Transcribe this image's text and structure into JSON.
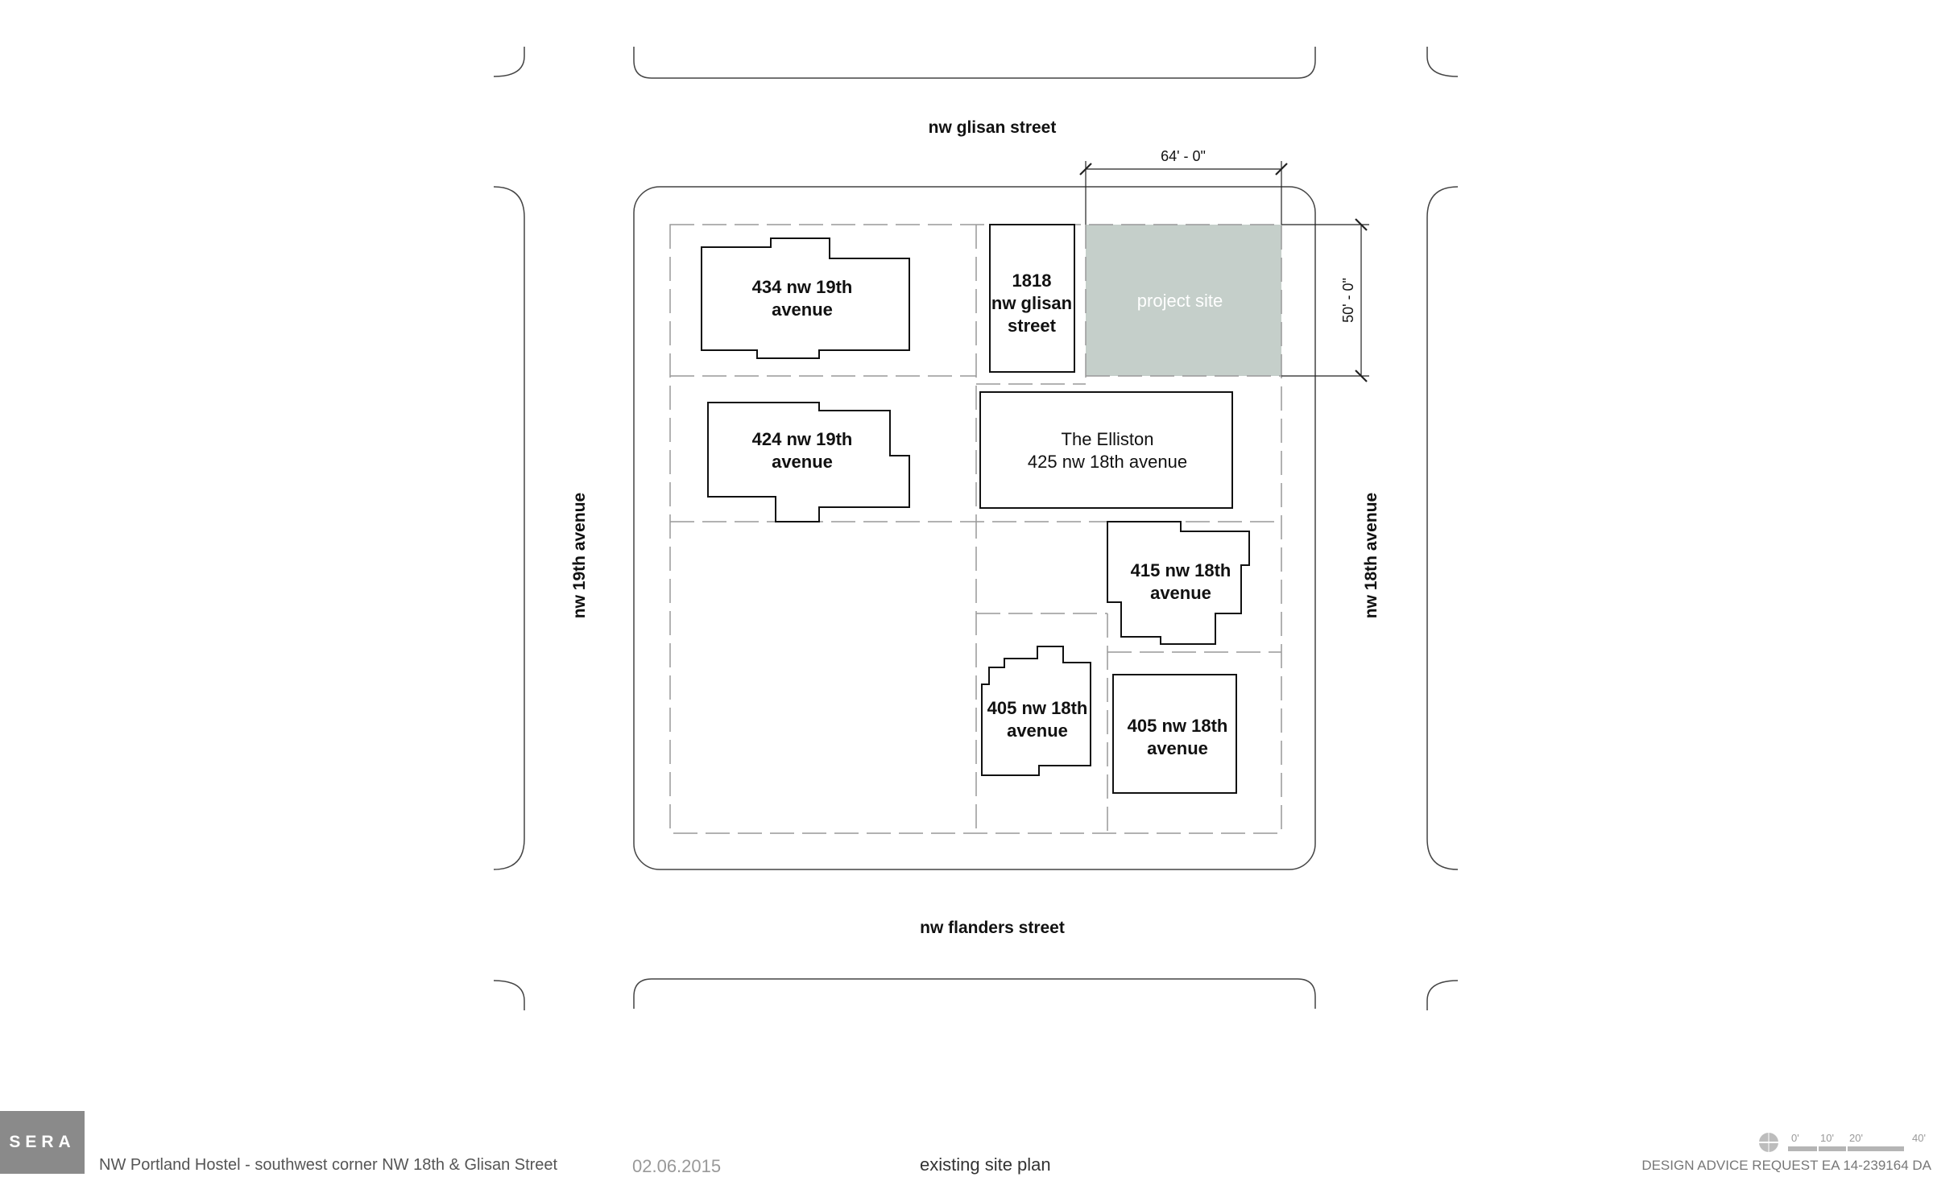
{
  "streets": {
    "north": "nw glisan street",
    "south": "nw flanders street",
    "west": "nw 19th avenue",
    "east": "nw 18th avenue"
  },
  "dimensions": {
    "width": "64' - 0\"",
    "depth": "50' - 0\""
  },
  "buildings": [
    {
      "id": "b434",
      "lines": [
        "434 nw 19th",
        "avenue"
      ]
    },
    {
      "id": "b1818",
      "lines": [
        "1818",
        "nw glisan",
        "street"
      ]
    },
    {
      "id": "site",
      "lines": [
        "project site"
      ]
    },
    {
      "id": "b424",
      "lines": [
        "424 nw 19th",
        "avenue"
      ]
    },
    {
      "id": "elliston",
      "lines": [
        "The Elliston",
        "425 nw 18th avenue"
      ]
    },
    {
      "id": "b415",
      "lines": [
        "415 nw 18th",
        "avenue"
      ]
    },
    {
      "id": "b405a",
      "lines": [
        "405 nw 18th",
        "avenue"
      ]
    },
    {
      "id": "b405b",
      "lines": [
        "405 nw 18th",
        "avenue"
      ]
    }
  ],
  "colors": {
    "project_site_fill": "#c5cfca",
    "line": "#222222",
    "lot_line": "#999999",
    "logo_bg": "#8a8a8a"
  },
  "footer": {
    "logo": "SERA",
    "project_title": "NW Portland Hostel - southwest corner NW 18th & Glisan Street",
    "date": "02.06.2015",
    "sheet_title": "existing site plan",
    "submission": "DESIGN ADVICE REQUEST  EA 14-239164 DA",
    "scale_labels": [
      "0'",
      "10'",
      "20'",
      "40'"
    ],
    "north_icon": "north-arrow-icon"
  }
}
